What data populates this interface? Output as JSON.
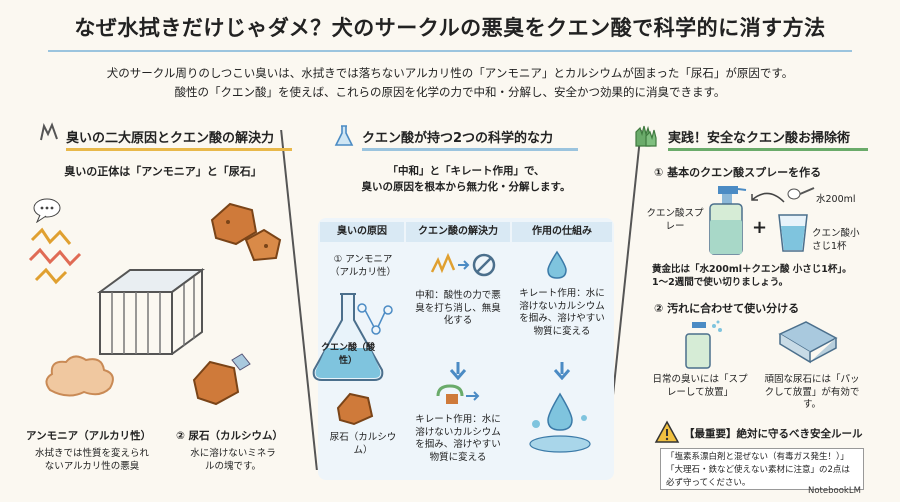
{
  "title": "なぜ水拭きだけじゃダメ？犬のサークルの悪臭をクエン酸で科学的に消す方法",
  "intro": {
    "line1": "犬のサークル周りのしつこい臭いは、水拭きでは落ちないアルカリ性の「アンモニア」とカルシウムが固まった「尿石」が原因です。",
    "line2": "酸性の「クエン酸」を使えば、これらの原因を化学の力で中和・分解し、安全かつ効果的に消臭できます。"
  },
  "col1": {
    "title": "臭いの二大原因とクエン酸の解決力",
    "lead": "臭いの正体は「アンモニア」と「尿石」",
    "ammonia_title": "アンモニア（アルカリ性）",
    "ammonia_desc": "水拭きでは性質を変えられないアルカリ性の悪臭",
    "stone_title": "② 尿石（カルシウム）",
    "stone_desc": "水に溶けないミネラルの塊です。"
  },
  "col2": {
    "title": "クエン酸が持つ2つの科学的な力",
    "lead_line1": "「中和」と「キレート作用」で、",
    "lead_line2": "臭いの原因を根本から無力化・分解します。",
    "headers": [
      "臭いの原因",
      "クエン酸の解決力",
      "作用の仕組み"
    ],
    "row1_cause": "① アンモニア（アルカリ性）",
    "flask_label": "クエン酸（酸性）",
    "row1_solution": "中和：酸性の力で悪臭を打ち消し、無臭化する",
    "row1_mechanism": "キレート作用：水に溶けないカルシウムを掴み、溶けやすい物質に変える",
    "row2_cause": "尿石（カルシウム）",
    "row2_solution": "キレート作用：水に溶けないカルシウムを掴み、溶けやすい物質に変える"
  },
  "col3": {
    "title": "実践！安全なクエン酸お掃除術",
    "step1": "① 基本のクエン酸スプレーを作る",
    "spray_label": "クエン酸スプレー",
    "water_label": "水200ml",
    "acid_label": "クエン酸小さじ1杯",
    "plus": "+",
    "ratio": "黄金比は「水200ml＋クエン酸 小さじ1杯」。1〜2週間で使い切りましょう。",
    "step2": "② 汚れに合わせて使い分ける",
    "daily": "日常の臭いには「スプレーして放置」",
    "stubborn": "頑固な尿石には「パックして放置」が有効です。",
    "rule_title": "【最重要】絶対に守るべき安全ルール",
    "rule_box": "「塩素系漂白剤と混ぜない（有毒ガス発生！）」「大理石・鉄など使えない素材に注意」の2点は必ず守ってください。"
  },
  "logo": "NotebookLM",
  "colors": {
    "accent_red": "#e06b55",
    "accent_blue": "#4b8bc4",
    "accent_green": "#6aab6a",
    "stone": "#cf7a3a"
  }
}
